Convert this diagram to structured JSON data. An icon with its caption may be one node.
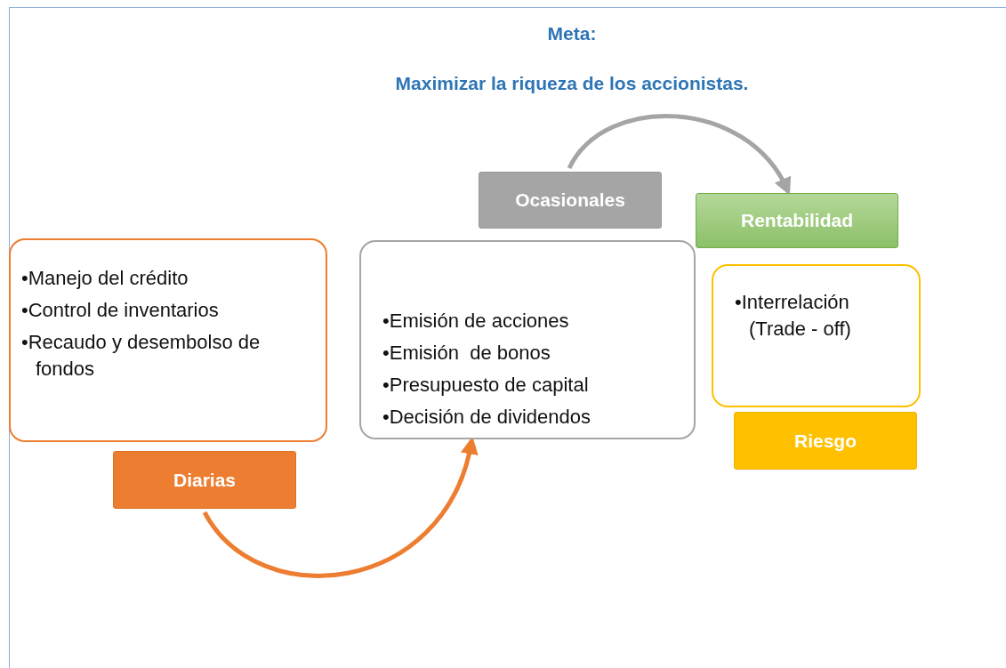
{
  "diagram": {
    "title": "Meta:",
    "nodes": [
      {
        "text": [
          "•Manejo del crédito",
          "•Control de inventarios",
          "•Recaudo y desembolso de fondos"
        ]
      },
      {
        "text": [
          "Diarias"
        ]
      },
      {
        "text": [
          "•Emisión de acciones",
          "•Emisión  de bonos",
          "•Presupuesto de capital",
          "•Decisión de dividendos"
        ]
      },
      {
        "text": [
          "Ocasionales"
        ]
      },
      {
        "text": [
          "Rentabilidad"
        ]
      },
      {
        "text": [
          "•Interrelación (Trade - off)"
        ]
      },
      {
        "text": [
          "Riesgo"
        ]
      }
    ],
    "edges": [
      {
        "from": 1,
        "to": 2,
        "arrow": "to",
        "color": "#ed7d31"
      },
      {
        "from": 3,
        "to": 4,
        "arrow": "to",
        "color": "#a5a5a5"
      }
    ],
    "labels": [
      "Maximizar la riqueza de los accionistas."
    ]
  }
}
